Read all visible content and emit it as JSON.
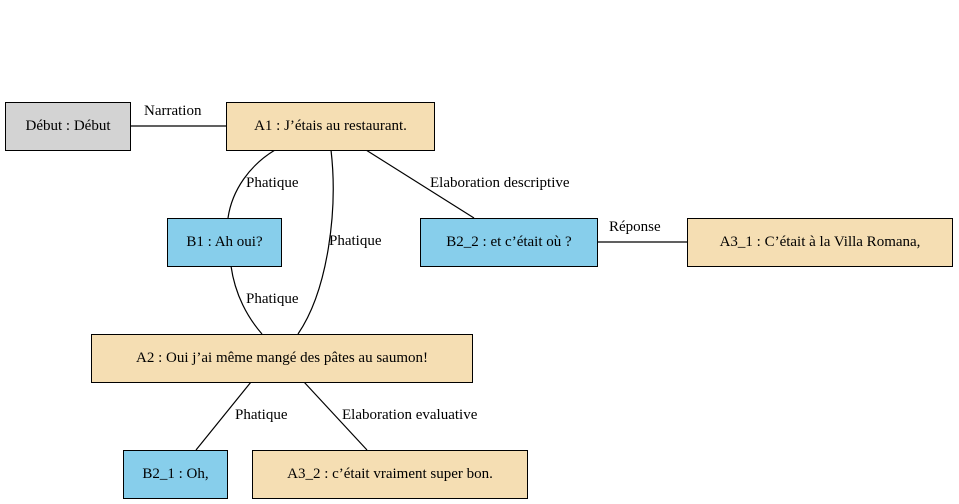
{
  "colors": {
    "start": "#d3d3d3",
    "speaker_a": "#f5deb3",
    "speaker_b": "#87ceeb"
  },
  "nodes": {
    "debut": {
      "label": "Début : Début",
      "color": "#d3d3d3"
    },
    "a1": {
      "label": "A1 : J’étais au restaurant.",
      "color": "#f5deb3"
    },
    "b1": {
      "label": "B1 : Ah oui?",
      "color": "#87ceeb"
    },
    "b2_2": {
      "label": "B2_2 : et c’était où ?",
      "color": "#87ceeb"
    },
    "a3_1": {
      "label": "A3_1 : C’était à la Villa Romana,",
      "color": "#f5deb3"
    },
    "a2": {
      "label": "A2 : Oui j’ai même mangé des pâtes au saumon!",
      "color": "#f5deb3"
    },
    "b2_1": {
      "label": "B2_1 : Oh,",
      "color": "#87ceeb"
    },
    "a3_2": {
      "label": "A3_2 : c’était vraiment super bon.",
      "color": "#f5deb3"
    }
  },
  "edges": {
    "debut_a1": "Narration",
    "a1_b1": "Phatique",
    "a1_a2": "Phatique",
    "a1_b2_2": "Elaboration descriptive",
    "b2_2_a3_1": "Réponse",
    "b1_a2": "Phatique",
    "a2_b2_1": "Phatique",
    "a2_a3_2": "Elaboration evaluative"
  }
}
